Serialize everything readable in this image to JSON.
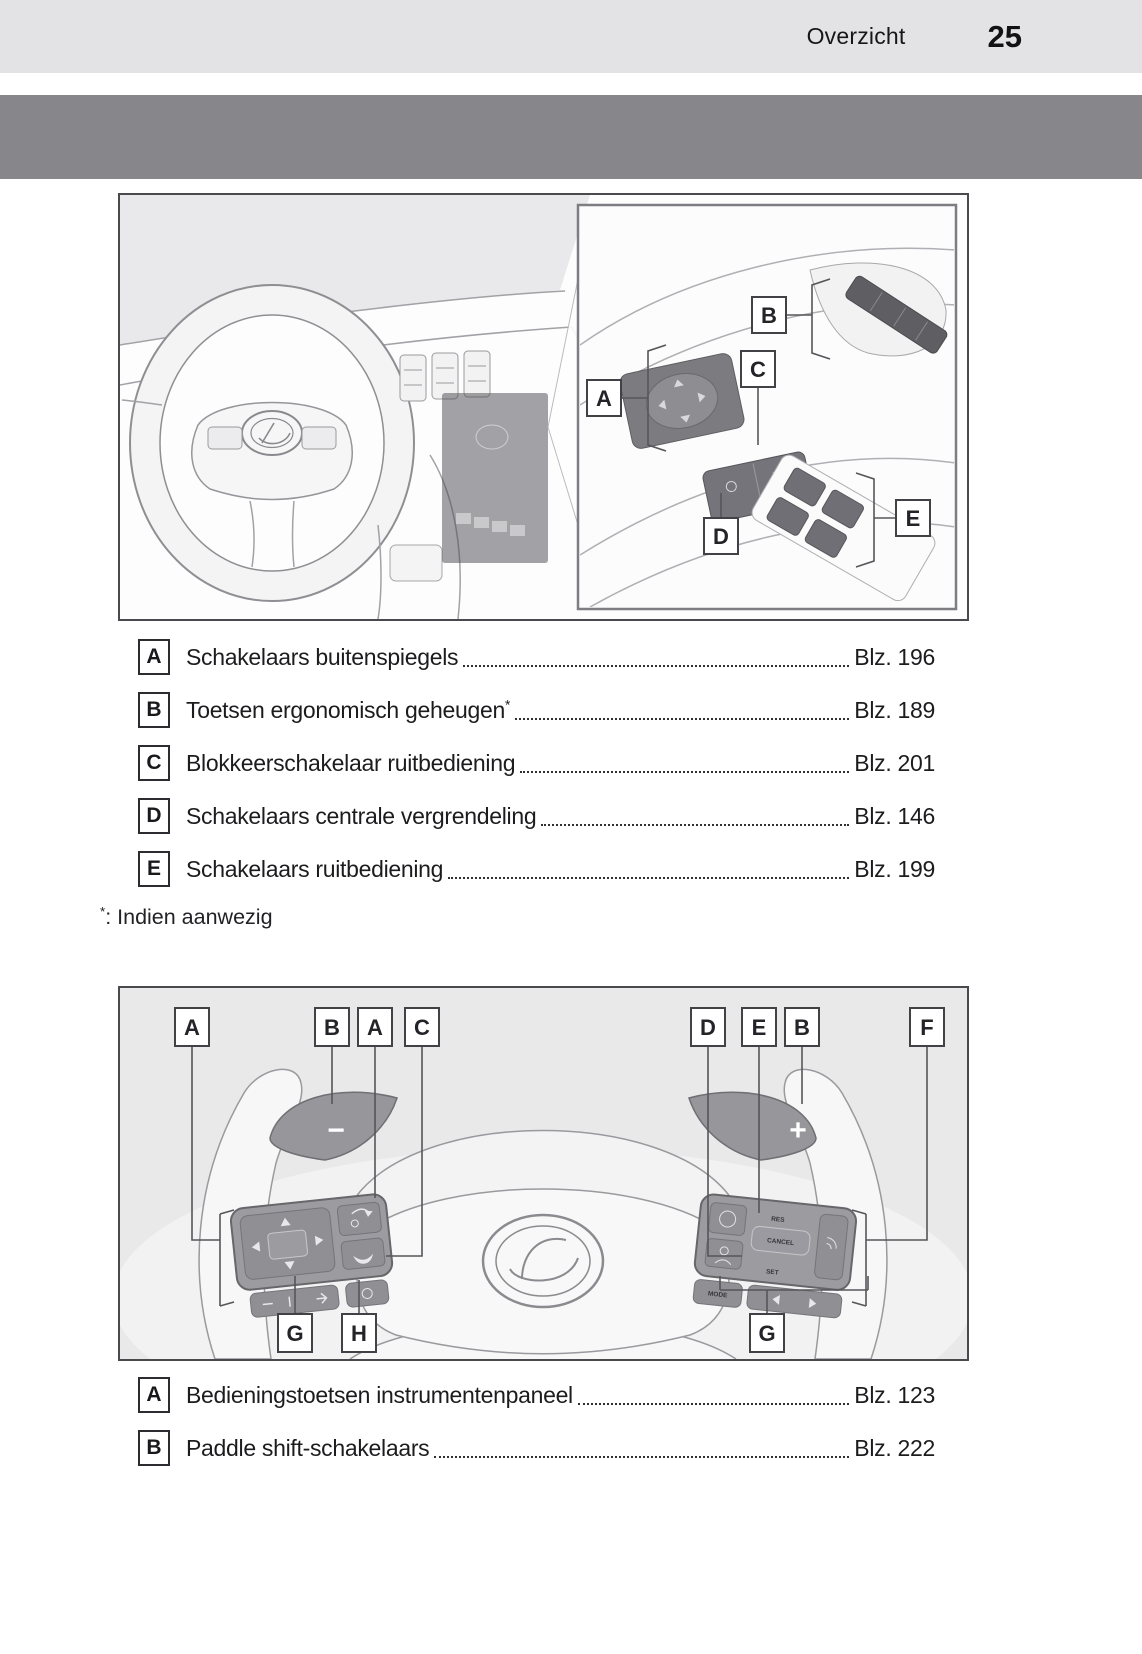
{
  "header": {
    "section_title": "Overzicht",
    "page_number": "25"
  },
  "figure1": {
    "callouts": [
      "A",
      "B",
      "C",
      "D",
      "E"
    ]
  },
  "legend1": [
    {
      "key": "A",
      "label": "Schakelaars buitenspiegels",
      "sup": "",
      "page": "Blz. 196"
    },
    {
      "key": "B",
      "label": "Toetsen ergonomisch geheugen",
      "sup": "*",
      "page": "Blz. 189"
    },
    {
      "key": "C",
      "label": "Blokkeerschakelaar ruitbediening",
      "sup": "",
      "page": "Blz. 201"
    },
    {
      "key": "D",
      "label": "Schakelaars centrale vergrendeling",
      "sup": "",
      "page": "Blz. 146"
    },
    {
      "key": "E",
      "label": "Schakelaars ruitbediening",
      "sup": "",
      "page": "Blz. 199"
    }
  ],
  "footnote": {
    "marker": "*",
    "text": ": Indien aanwezig"
  },
  "figure2": {
    "top_callouts": [
      "A",
      "B",
      "A",
      "C",
      "D",
      "E",
      "B",
      "F"
    ],
    "bottom_callouts": [
      "G",
      "H",
      "G"
    ],
    "paddle_minus": "−",
    "paddle_plus": "+",
    "button_labels": {
      "res": "RES",
      "set": "SET",
      "cancel": "CANCEL",
      "mode": "MODE"
    }
  },
  "legend2": [
    {
      "key": "A",
      "label": "Bedieningstoetsen instrumentenpaneel",
      "page": "Blz. 123"
    },
    {
      "key": "B",
      "label": "Paddle shift-schakelaars",
      "page": "Blz. 222"
    }
  ]
}
